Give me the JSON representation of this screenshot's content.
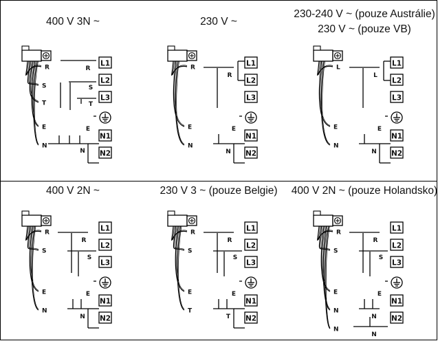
{
  "panels": [
    {
      "title": [
        "400 V 3N ~"
      ],
      "terms": [
        "L1",
        "L2",
        "L3",
        "⏚",
        "N1",
        "N2"
      ],
      "wires": [
        "R",
        "S",
        "T",
        "E",
        "N"
      ],
      "cond": [
        "R",
        "S",
        "T",
        "E",
        "N"
      ]
    },
    {
      "title": [
        "230 V ~"
      ],
      "terms": [
        "L1",
        "L2",
        "L3",
        "⏚",
        "N1",
        "N2"
      ],
      "wires": [
        "R",
        "E",
        "N"
      ],
      "cond": [
        "R",
        "E",
        "N"
      ]
    },
    {
      "title": [
        "230-240 V ~ (pouze Austrálie)",
        "230 V ~ (pouze VB)"
      ],
      "terms": [
        "L1",
        "L2",
        "L3",
        "⏚",
        "N1",
        "N2"
      ],
      "wires": [
        "L",
        "E",
        "N"
      ],
      "cond": [
        "L",
        "E",
        "N"
      ]
    },
    {
      "title": [
        "400 V 2N ~"
      ],
      "terms": [
        "L1",
        "L2",
        "L3",
        "⏚",
        "N1",
        "N2"
      ],
      "wires": [
        "R",
        "S",
        "E",
        "N"
      ],
      "cond": [
        "R",
        "S",
        "E",
        "N"
      ]
    },
    {
      "title": [
        "230 V 3 ~ (pouze Belgie)"
      ],
      "terms": [
        "L1",
        "L2",
        "L3",
        "⏚",
        "N1",
        "N2"
      ],
      "wires": [
        "R",
        "S",
        "E",
        "T"
      ],
      "cond": [
        "R",
        "S",
        "E",
        "T"
      ]
    },
    {
      "title": [
        "400 V 2N ~ (pouze Holandsko)"
      ],
      "terms": [
        "L1",
        "L2",
        "L3",
        "⏚",
        "N1",
        "N2"
      ],
      "wires": [
        "R",
        "S",
        "E",
        "N",
        "N"
      ],
      "cond": [
        "R",
        "S",
        "E",
        "N",
        "N"
      ]
    }
  ]
}
